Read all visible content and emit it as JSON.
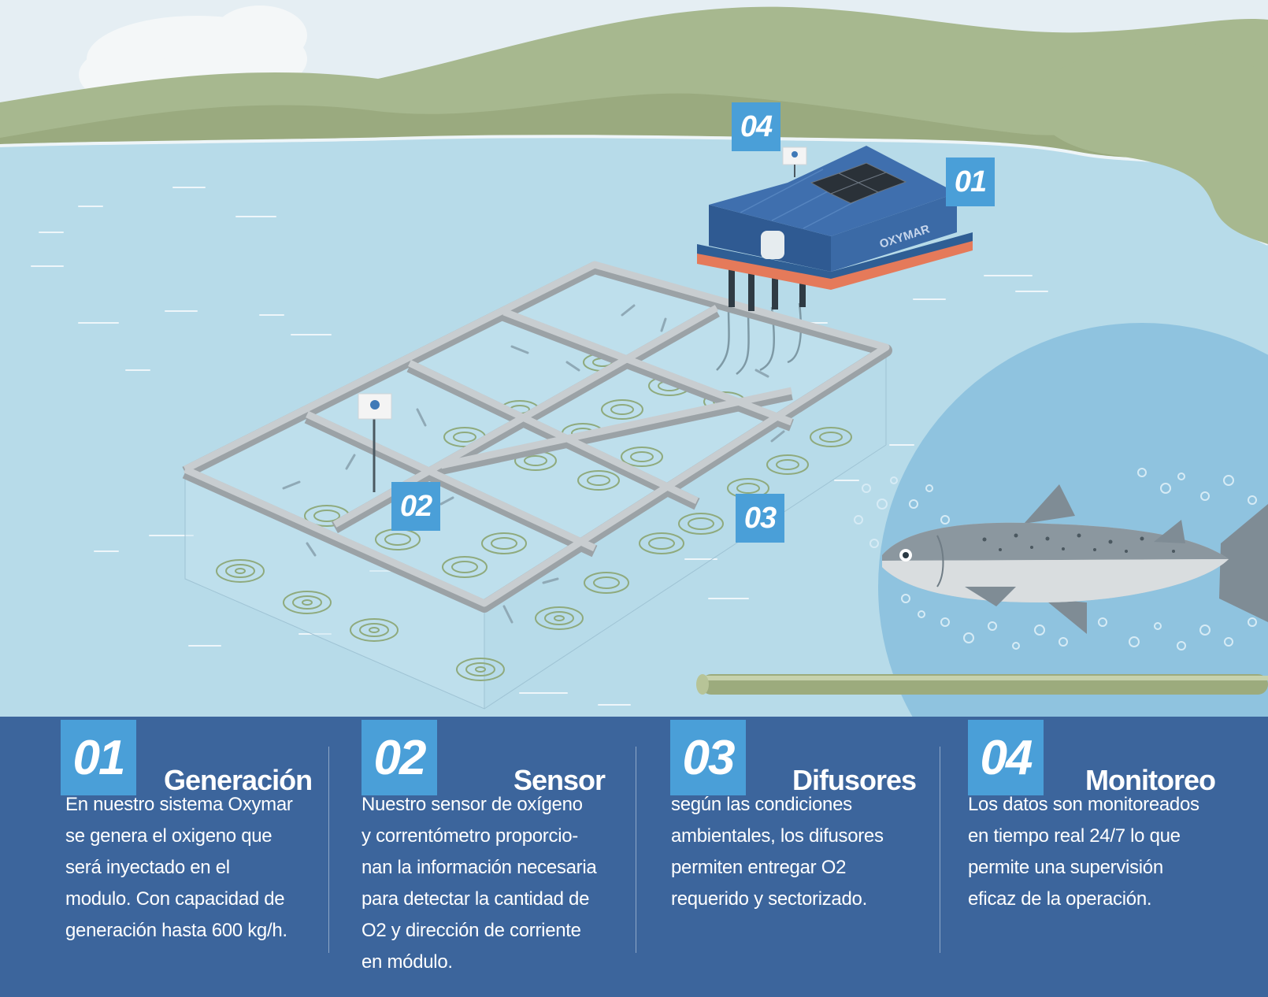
{
  "scene": {
    "building_label": "OXYMAR",
    "callouts": [
      "01",
      "02",
      "03",
      "04"
    ]
  },
  "colors": {
    "panel_bg": "#3c659c",
    "accent": "#4a9fd8",
    "water": "#b9dbe9",
    "land": "#a7b78f",
    "sky": "#e5eef3"
  },
  "steps": [
    {
      "number": "01",
      "title": "Generación",
      "lines": [
        "En nuestro sistema Oxymar",
        "se genera el oxigeno que",
        "será  inyectado en el",
        "modulo. Con capacidad de",
        "generación hasta  600 kg/h."
      ]
    },
    {
      "number": "02",
      "title": "Sensor",
      "lines": [
        "Nuestro sensor de oxígeno",
        "y correntómetro proporcio-",
        "nan la información necesaria",
        "para detectar  la cantidad de",
        "O2 y dirección de corriente",
        "en módulo."
      ]
    },
    {
      "number": "03",
      "title": "Difusores",
      "lines": [
        "según las condiciones",
        "ambientales, los  difusores",
        "permiten entregar  O2",
        "requerido y sectorizado."
      ]
    },
    {
      "number": "04",
      "title": "Monitoreo",
      "lines": [
        "Los datos son monitoreados",
        "en tiempo real 24/7 lo que",
        "permite una supervisión",
        "eficaz de la operación."
      ]
    }
  ]
}
